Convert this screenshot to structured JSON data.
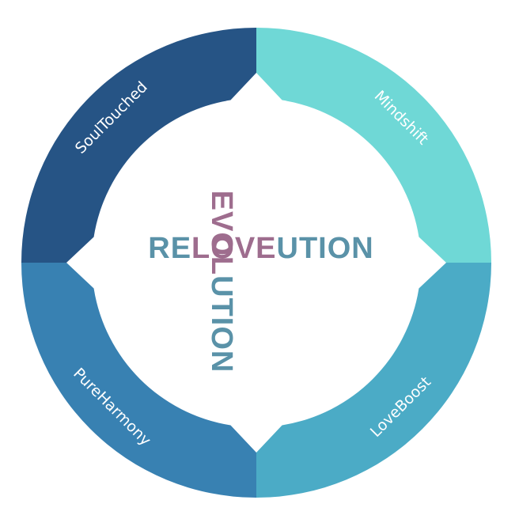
{
  "title": "Cycle diagram",
  "segments": [
    {
      "label": "Mindshift",
      "color": "#6FD8D6",
      "position": "top-right"
    },
    {
      "label": "LoveBoost",
      "color": "#4BABC6",
      "position": "bottom-right"
    },
    {
      "label": "PureHarmony",
      "color": "#3881B2",
      "position": "bottom-left"
    },
    {
      "label": "SoulTouched",
      "color": "#265485",
      "position": "top-left"
    }
  ],
  "center": {
    "horizontal": {
      "word": "RELOVEUTION",
      "parts": [
        {
          "text": "RE",
          "color": "#5A92A8"
        },
        {
          "text": "LOVE",
          "color": "#9E6D8E"
        },
        {
          "text": "UTION",
          "color": "#5A92A8"
        }
      ]
    },
    "vertical": {
      "word": "EVOLUTION",
      "parts": [
        {
          "text": "EVOL",
          "color": "#9E6D8E"
        },
        {
          "text": "UTION",
          "color": "#5A92A8"
        }
      ]
    }
  }
}
